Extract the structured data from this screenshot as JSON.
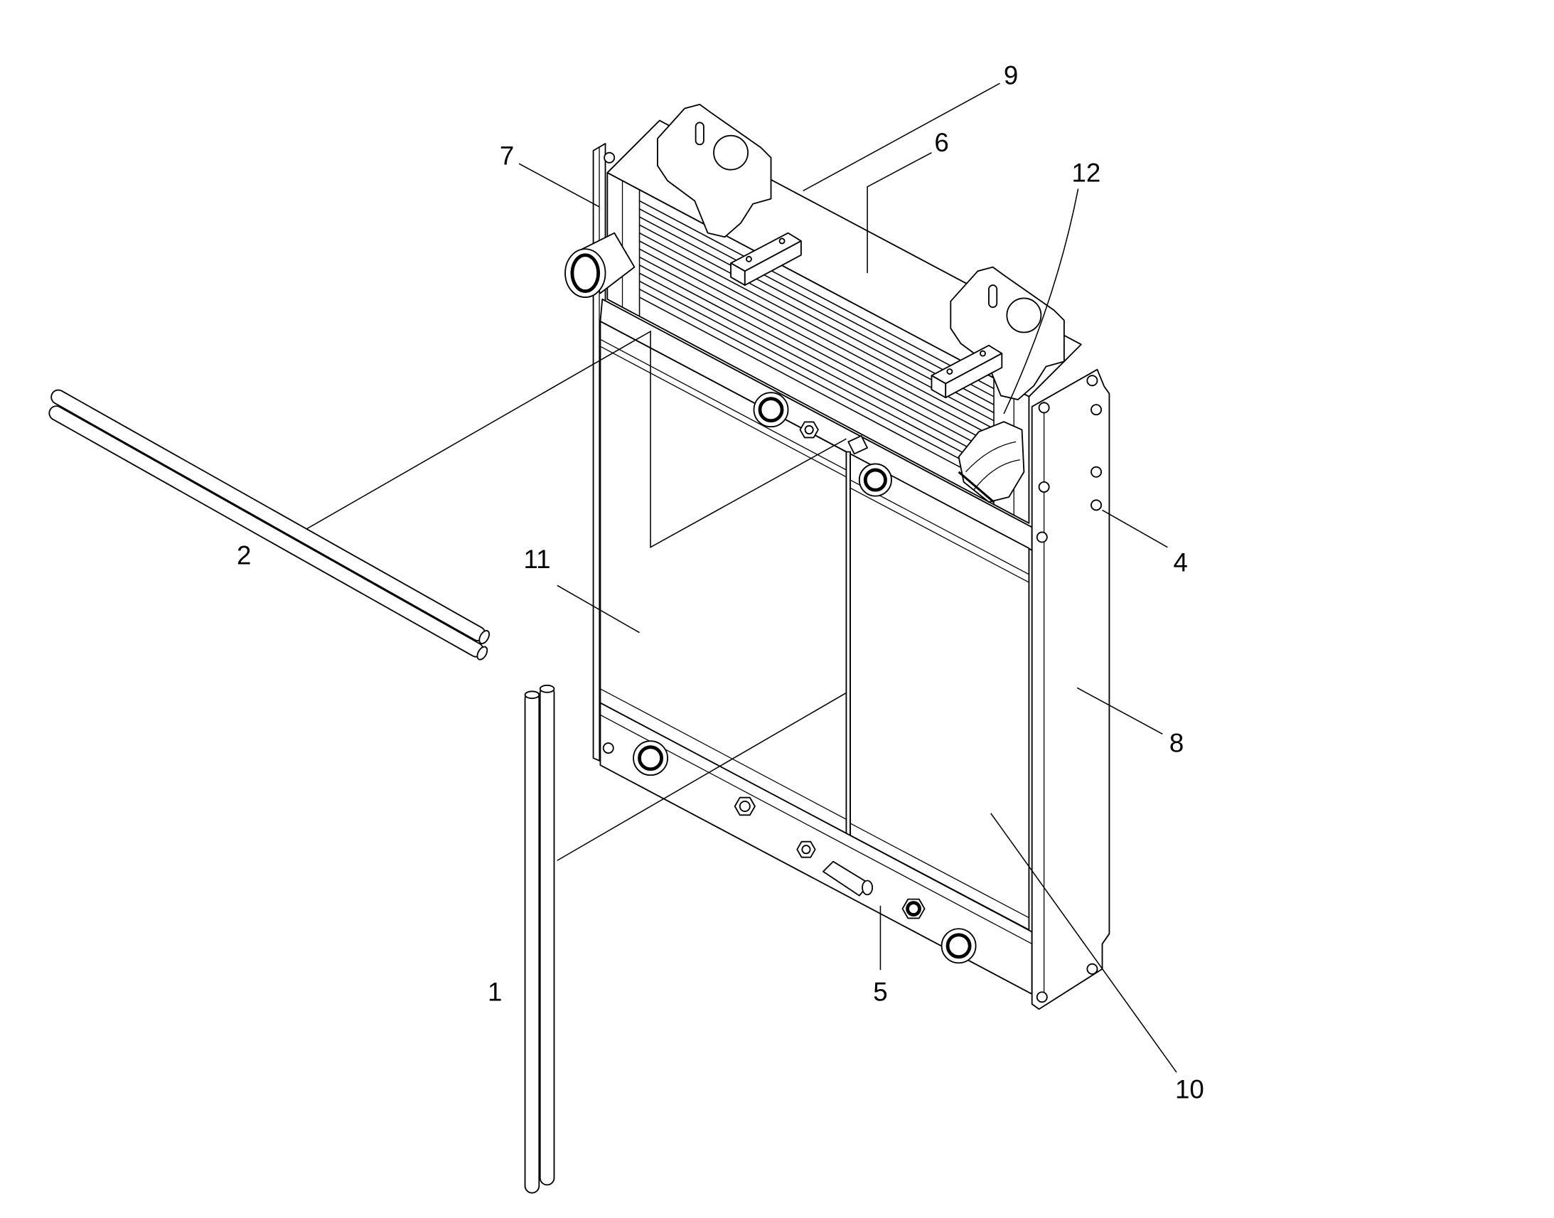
{
  "callouts": {
    "c1": "1",
    "c2": "2",
    "c4": "4",
    "c5": "5",
    "c6": "6",
    "c7": "7",
    "c8": "8",
    "c9": "9",
    "c10": "10",
    "c11": "11",
    "c12": "12"
  }
}
